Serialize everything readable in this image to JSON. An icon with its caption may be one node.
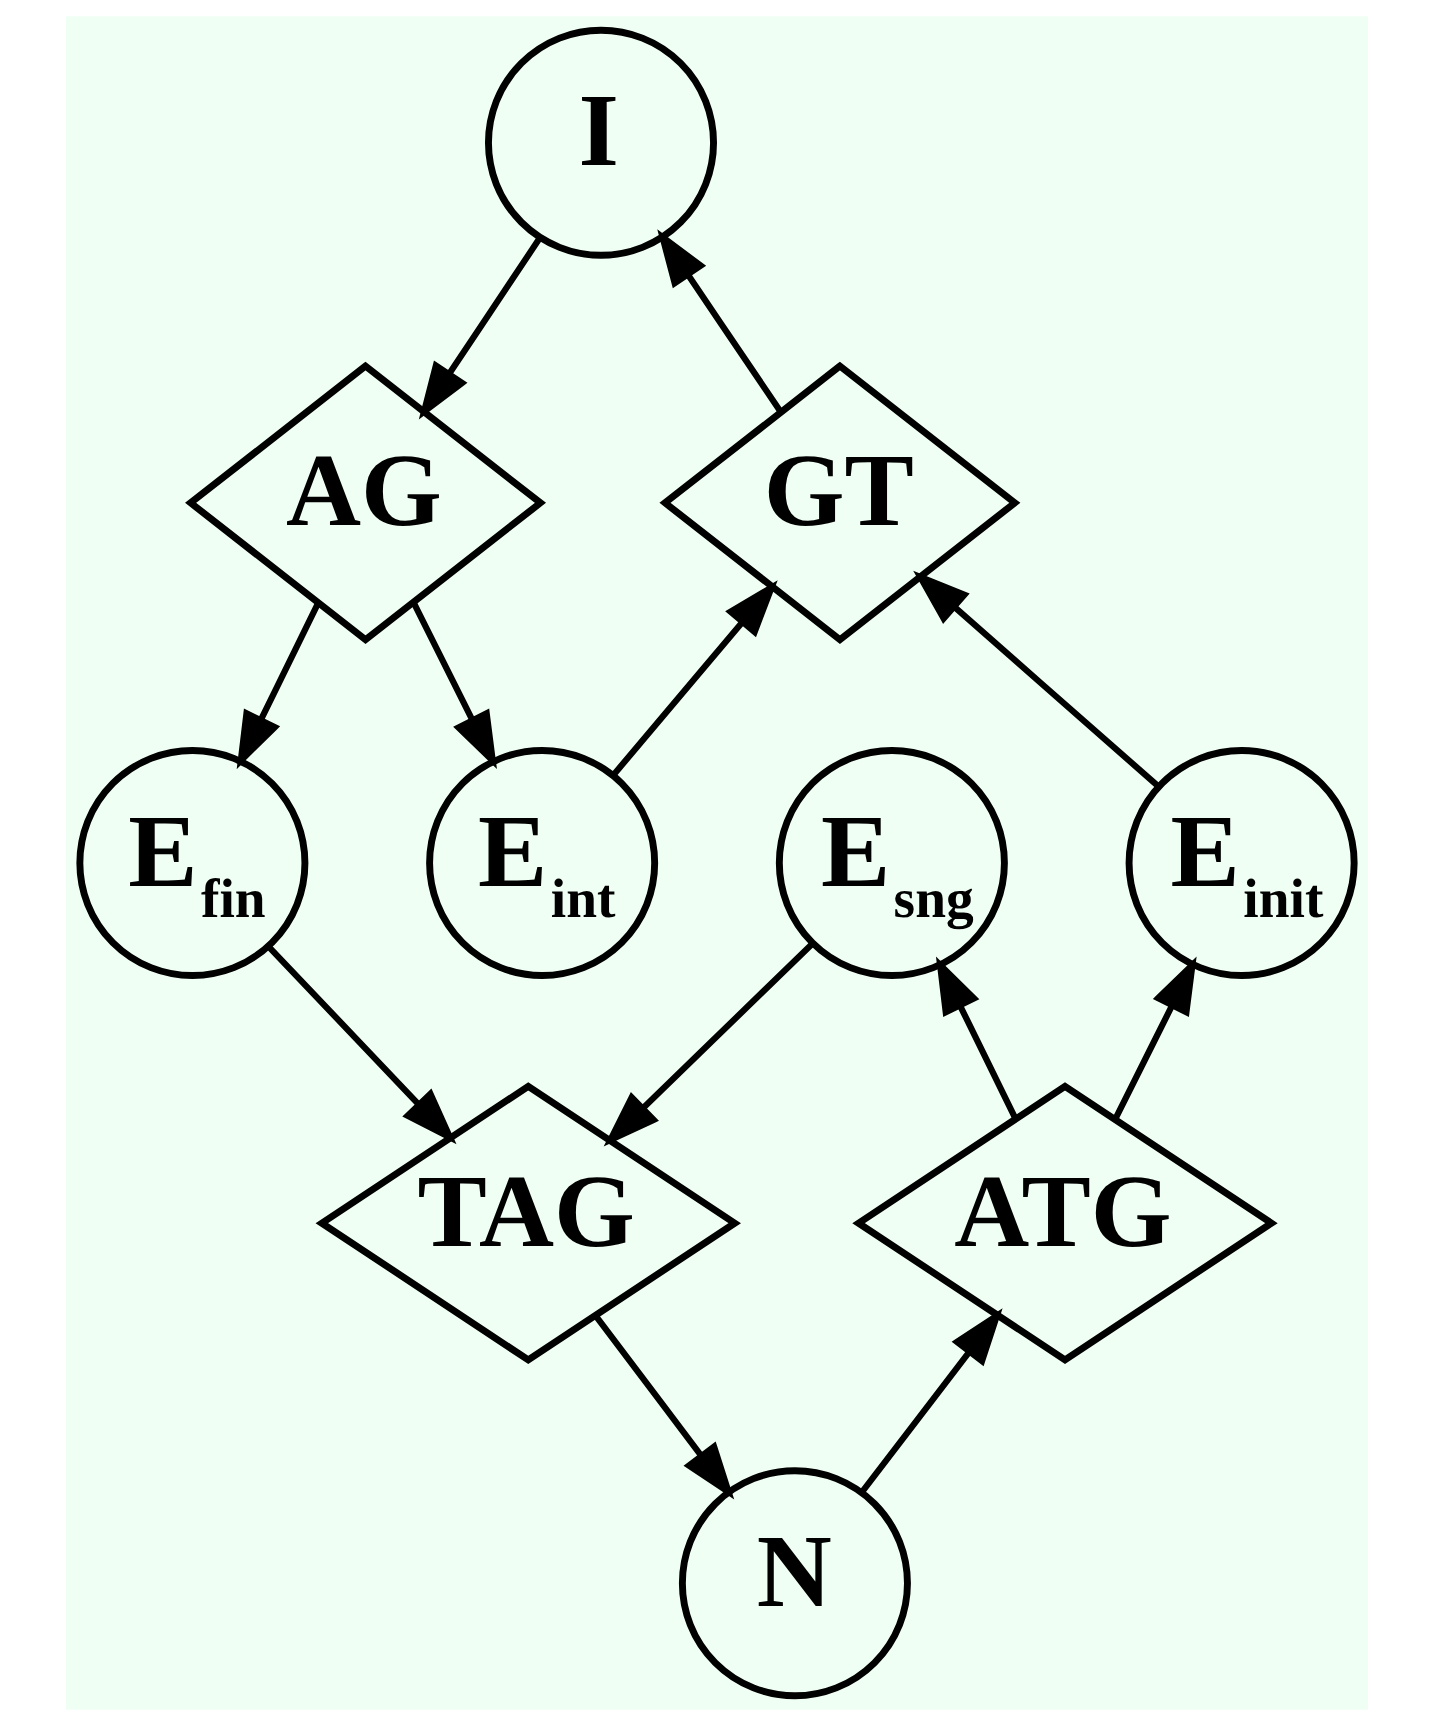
{
  "diagram": {
    "nodes": [
      {
        "text": [
          "I"
        ]
      },
      {
        "text": [
          "GT"
        ]
      },
      {
        "text": [
          "AG"
        ]
      },
      {
        "text": [
          "E$_{int}$"
        ]
      },
      {
        "text": [
          "E$_{init}$"
        ]
      },
      {
        "text": [
          "E$_{fin}$"
        ]
      },
      {
        "text": [
          "E$_{sng}$"
        ]
      },
      {
        "text": [
          "ATG"
        ]
      },
      {
        "text": [
          "TAG"
        ]
      },
      {
        "text": [
          "N"
        ]
      }
    ],
    "edges": [
      {
        "from": 1,
        "to": 0,
        "arrow": "to"
      },
      {
        "from": 0,
        "to": 2,
        "arrow": "to"
      },
      {
        "from": 2,
        "to": 3,
        "arrow": "to"
      },
      {
        "from": 3,
        "to": 1,
        "arrow": "to"
      },
      {
        "from": 2,
        "to": 5,
        "arrow": "to"
      },
      {
        "from": 5,
        "to": 8,
        "arrow": "to"
      },
      {
        "from": 4,
        "to": 1,
        "arrow": "to"
      },
      {
        "from": 7,
        "to": 4,
        "arrow": "to"
      },
      {
        "from": 7,
        "to": 6,
        "arrow": "to"
      },
      {
        "from": 6,
        "to": 8,
        "arrow": "to"
      },
      {
        "from": 8,
        "to": 9,
        "arrow": "to"
      },
      {
        "from": 9,
        "to": 7,
        "arrow": "to"
      }
    ]
  }
}
